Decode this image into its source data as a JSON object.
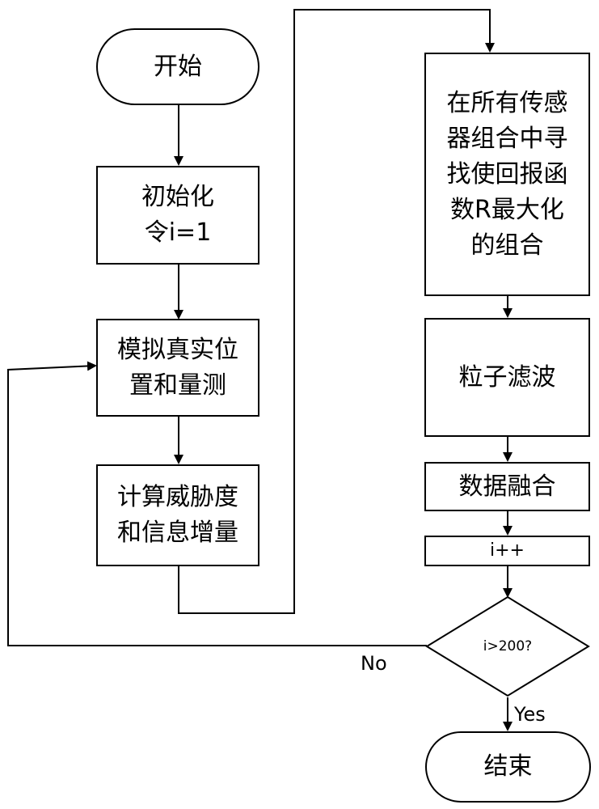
{
  "nodes": {
    "start": "开始",
    "init_line1": "初始化",
    "init_line2": "令i=1",
    "simulate_line1": "模拟真实位",
    "simulate_line2": "置和量测",
    "compute_line1": "计算威胁度",
    "compute_line2": "和信息增量",
    "search_line1": "在所有传感",
    "search_line2": "器组合中寻",
    "search_line3": "找使回报函",
    "search_line4": "数R最大化",
    "search_line5": "的组合",
    "particle_filter": "粒子滤波",
    "data_fusion": "数据融合",
    "increment": "i++",
    "decision": "i>200?",
    "end": "结束"
  },
  "edge_labels": {
    "no": "No",
    "yes": "Yes"
  }
}
